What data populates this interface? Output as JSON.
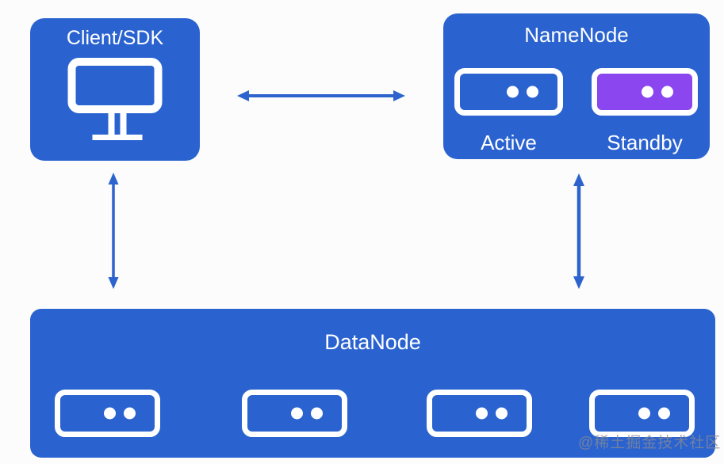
{
  "colors": {
    "node_blue": "#2a63d0",
    "standby_purple": "#8b46f0",
    "arrow_blue": "#2c63cd",
    "background": "#fbfcfb",
    "text_white": "#ffffff",
    "watermark_gray": "#8a8a92"
  },
  "client": {
    "label": "Client/SDK",
    "icon": "monitor-icon"
  },
  "namenode": {
    "title": "NameNode",
    "servers": [
      {
        "label": "Active",
        "icon": "server-icon",
        "fill": "#2a63d0"
      },
      {
        "label": "Standby",
        "icon": "server-icon",
        "fill": "#8b46f0"
      }
    ]
  },
  "datanode": {
    "title": "DataNode",
    "server_count": 4,
    "icon": "server-icon"
  },
  "connections": [
    {
      "from": "client-sdk",
      "to": "namenode",
      "style": "double-headed horizontal arrow"
    },
    {
      "from": "client-sdk",
      "to": "datanode",
      "style": "double-headed vertical arrow"
    },
    {
      "from": "namenode",
      "to": "datanode",
      "style": "double-headed vertical arrow"
    }
  ],
  "watermark": {
    "text": "@稀土掘金技术社区"
  }
}
